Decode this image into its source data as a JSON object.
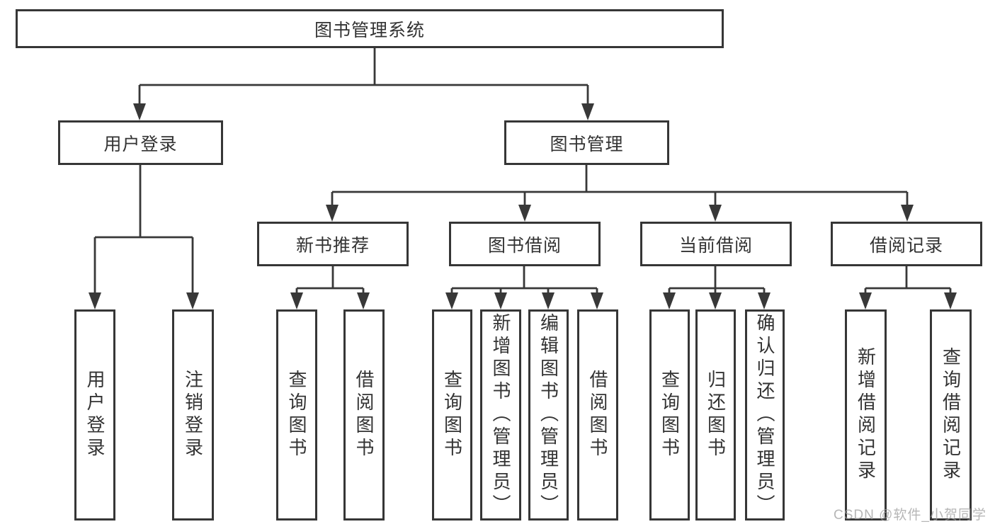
{
  "diagram": {
    "tree": {
      "label": "图书管理系统",
      "children": [
        {
          "label": "用户登录",
          "children": [
            {
              "label": "用户登录"
            },
            {
              "label": "注销登录"
            }
          ]
        },
        {
          "label": "图书管理",
          "children": [
            {
              "label": "新书推荐",
              "children": [
                {
                  "label": "查询图书"
                },
                {
                  "label": "借阅图书"
                }
              ]
            },
            {
              "label": "图书借阅",
              "children": [
                {
                  "label": "查询图书"
                },
                {
                  "label": "新增图书（管理员）"
                },
                {
                  "label": "编辑图书（管理员）"
                },
                {
                  "label": "借阅图书"
                }
              ]
            },
            {
              "label": "当前借阅",
              "children": [
                {
                  "label": "查询图书"
                },
                {
                  "label": "归还图书"
                },
                {
                  "label": "确认归还（管理员）"
                }
              ]
            },
            {
              "label": "借阅记录",
              "children": [
                {
                  "label": "新增借阅记录"
                },
                {
                  "label": "查询借阅记录"
                }
              ]
            }
          ]
        }
      ]
    },
    "watermark": "CSDN @软件_小贺同学",
    "colors": {
      "line": "#383838",
      "text": "#333333",
      "background": "#ffffff",
      "watermark": "#9e9e9e"
    }
  }
}
